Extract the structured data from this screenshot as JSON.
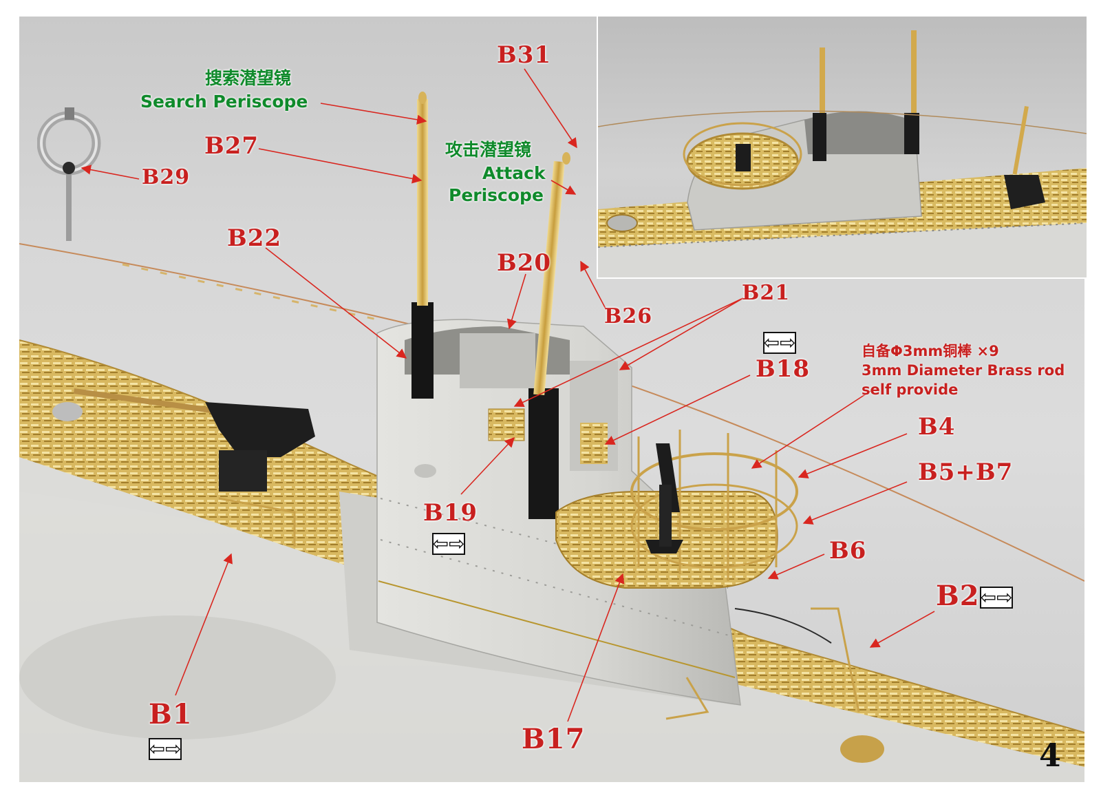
{
  "labels": {
    "b31": "B31",
    "b27": "B27",
    "b29": "B29",
    "b22": "B22",
    "b20": "B20",
    "b26": "B26",
    "b21": "B21",
    "b18": "B18",
    "b4": "B4",
    "b5b7": "B5+B7",
    "b6": "B6",
    "b2": "B2",
    "b19": "B19",
    "b1": "B1",
    "b17": "B17"
  },
  "periscopes": {
    "search_cn": "搜索潜望镜",
    "search_en": "Search Periscope",
    "attack_cn": "攻击潜望镜",
    "attack_en_1": "Attack",
    "attack_en_2": "Periscope"
  },
  "note": {
    "line1": "自备Φ3mm铜棒 ×9",
    "line2": "3mm Diameter Brass rod",
    "line3": "self provide"
  },
  "icons": {
    "direction": "⇦⇨"
  },
  "page_number": "4",
  "colors": {
    "label_red": "#c8201f",
    "periscope_green": "#0f8a2b",
    "brass": "#d4b25c",
    "hull_grey": "#d9d9d6"
  }
}
